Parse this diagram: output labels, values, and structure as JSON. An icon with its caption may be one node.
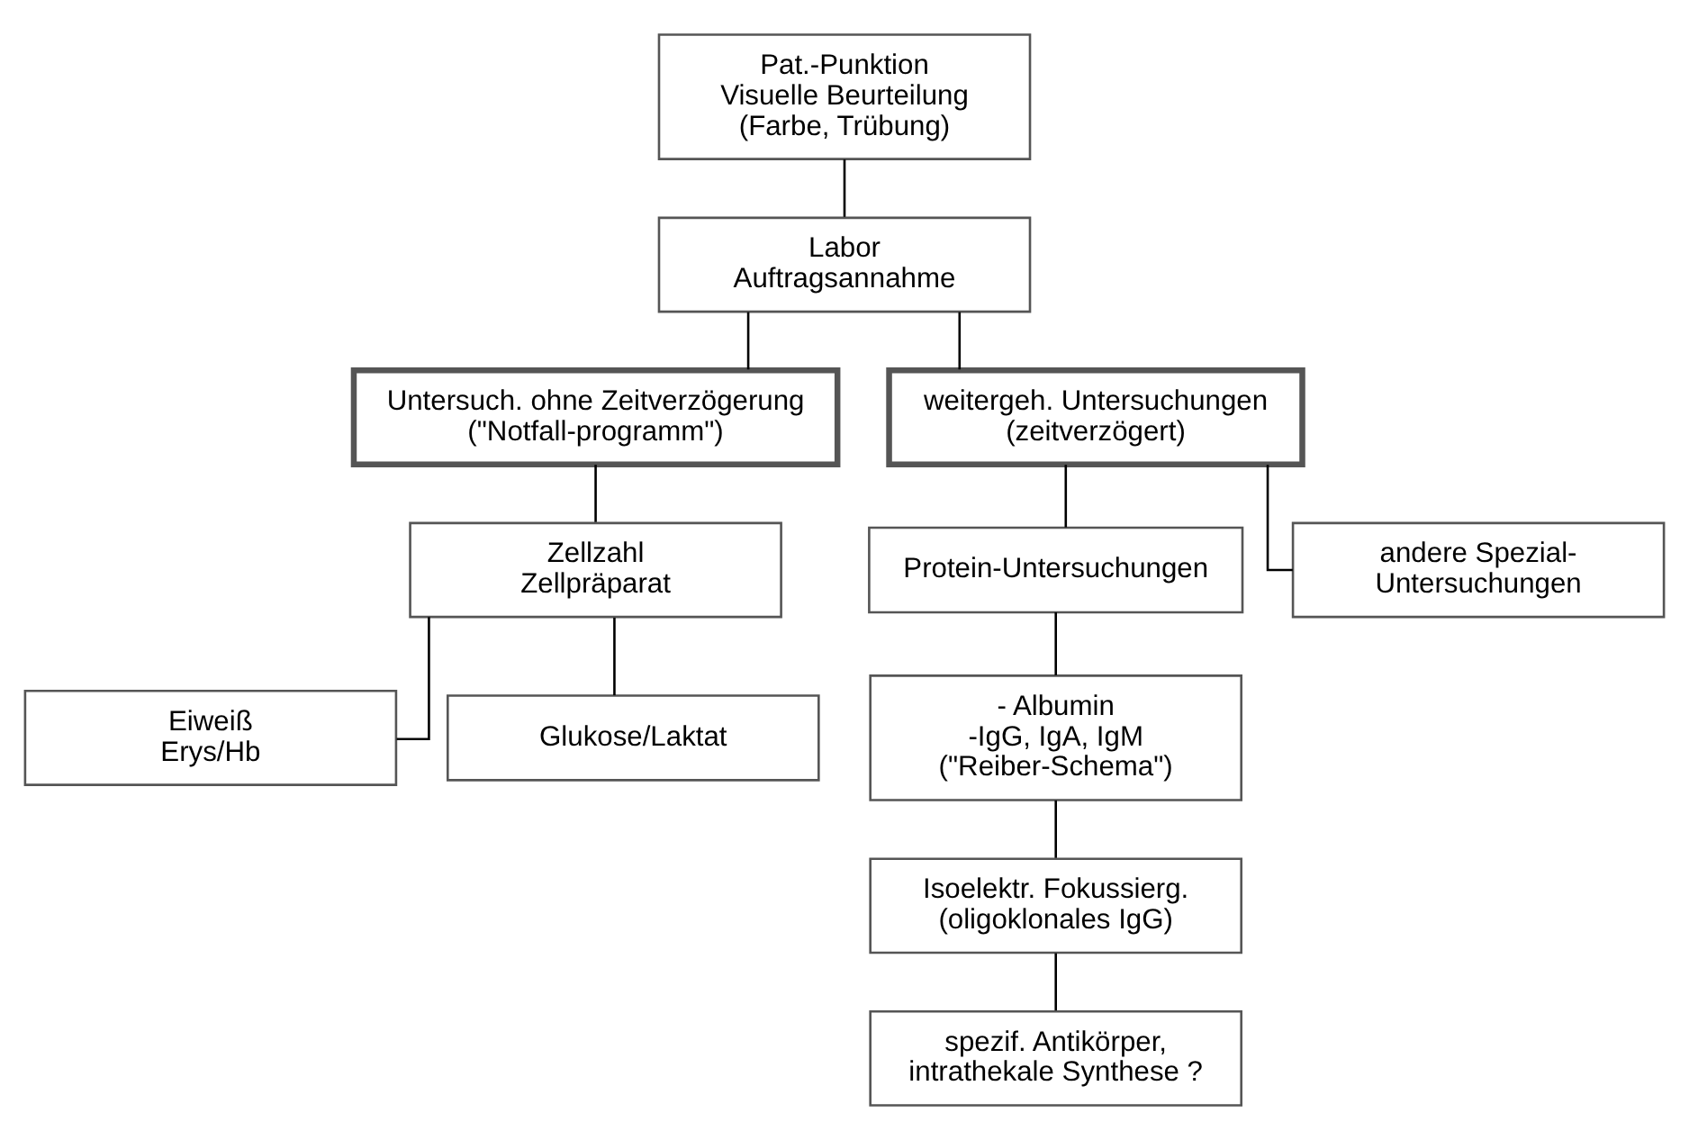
{
  "diagram": {
    "nodes": [
      {
        "text": [
          "Pat.-Punktion",
          "Visuelle Beurteilung",
          "(Farbe, Trübung)"
        ]
      },
      {
        "text": [
          "Labor",
          "Auftragsannahme"
        ]
      },
      {
        "text": [
          "Untersuch. ohne Zeitverzögerung (\"Notfall-programm\")"
        ]
      },
      {
        "text": [
          "weitergeh. Untersuchungen (zeitverzögert)"
        ]
      },
      {
        "text": [
          "Zellzahl",
          "Zellpräparat"
        ]
      },
      {
        "text": [
          "Eiweiß",
          "Erys/Hb"
        ]
      },
      {
        "text": [
          "Glukose/Laktat"
        ]
      },
      {
        "text": [
          "Protein-Untersuchungen"
        ]
      },
      {
        "text": [
          "andere Spezial- Untersuchungen"
        ]
      },
      {
        "text": [
          "- Albumin",
          "-IgG, IgA, IgM",
          "(\"Reiber-Schema\")"
        ]
      },
      {
        "text": [
          "Isoelektr. Fokussierg. (oligoklonales IgG)"
        ]
      },
      {
        "text": [
          "spezif. Antikörper, intrathekale Synthese ?"
        ]
      }
    ],
    "edges": [
      {
        "from": 0,
        "to": 1,
        "arrow": "none"
      },
      {
        "from": 1,
        "to": 2,
        "arrow": "none"
      },
      {
        "from": 1,
        "to": 3,
        "arrow": "none"
      },
      {
        "from": 2,
        "to": 4,
        "arrow": "none"
      },
      {
        "from": 4,
        "to": 5,
        "arrow": "none"
      },
      {
        "from": 4,
        "to": 6,
        "arrow": "none"
      },
      {
        "from": 3,
        "to": 7,
        "arrow": "none"
      },
      {
        "from": 3,
        "to": 8,
        "arrow": "none"
      },
      {
        "from": 7,
        "to": 9,
        "arrow": "none"
      },
      {
        "from": 9,
        "to": 10,
        "arrow": "none"
      },
      {
        "from": 10,
        "to": 11,
        "arrow": "none"
      }
    ]
  }
}
